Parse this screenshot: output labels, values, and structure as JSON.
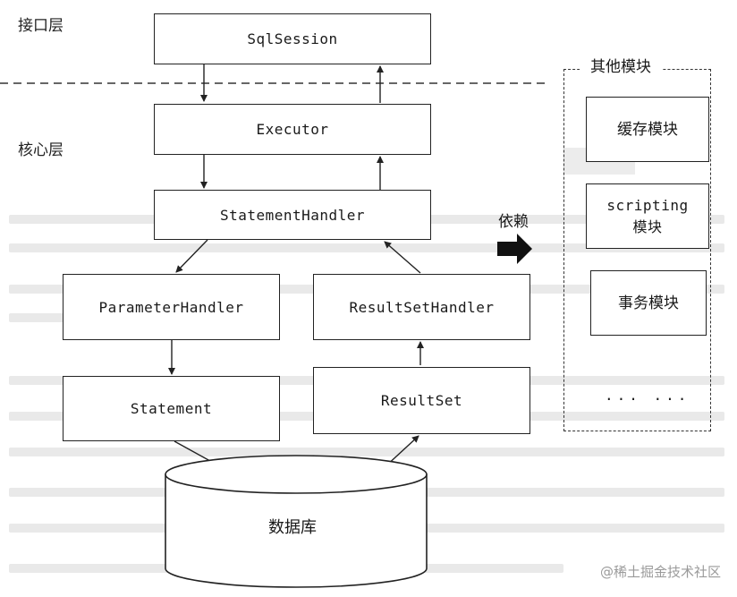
{
  "layers": {
    "interface": "接口层",
    "core": "核心层"
  },
  "boxes": {
    "sql_session": "SqlSession",
    "executor": "Executor",
    "statement_handler": "StatementHandler",
    "parameter_handler": "ParameterHandler",
    "result_set_handler": "ResultSetHandler",
    "statement": "Statement",
    "result_set": "ResultSet",
    "database": "数据库"
  },
  "dependency_label": "依赖",
  "other_modules": {
    "title": "其他模块",
    "items": [
      "缓存模块",
      "scripting\n模块",
      "事务模块"
    ],
    "ellipsis": "... ..."
  },
  "watermark": "@稀土掘金技术社区"
}
